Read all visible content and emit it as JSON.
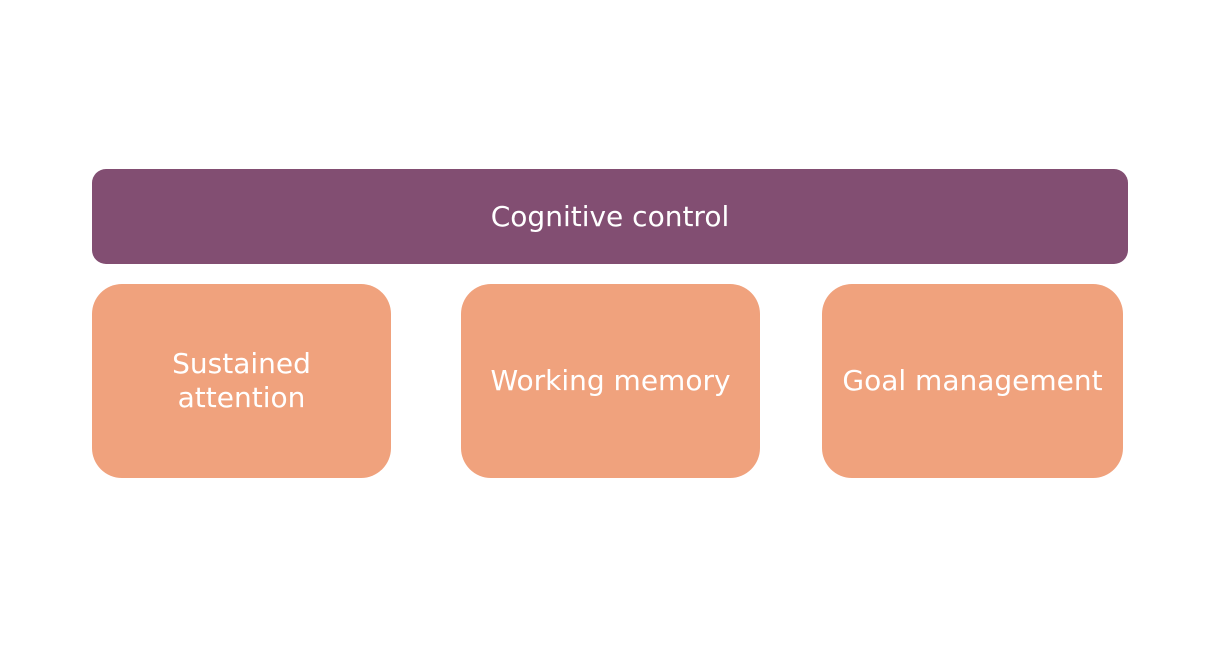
{
  "colors": {
    "parent_fill": "#824e72",
    "child_fill": "#f0a27d",
    "text": "#ffffff",
    "background": "#ffffff"
  },
  "diagram": {
    "parent": {
      "label": "Cognitive control"
    },
    "children": [
      {
        "label": "Sustained\nattention"
      },
      {
        "label": "Working memory"
      },
      {
        "label": "Goal management"
      }
    ]
  }
}
